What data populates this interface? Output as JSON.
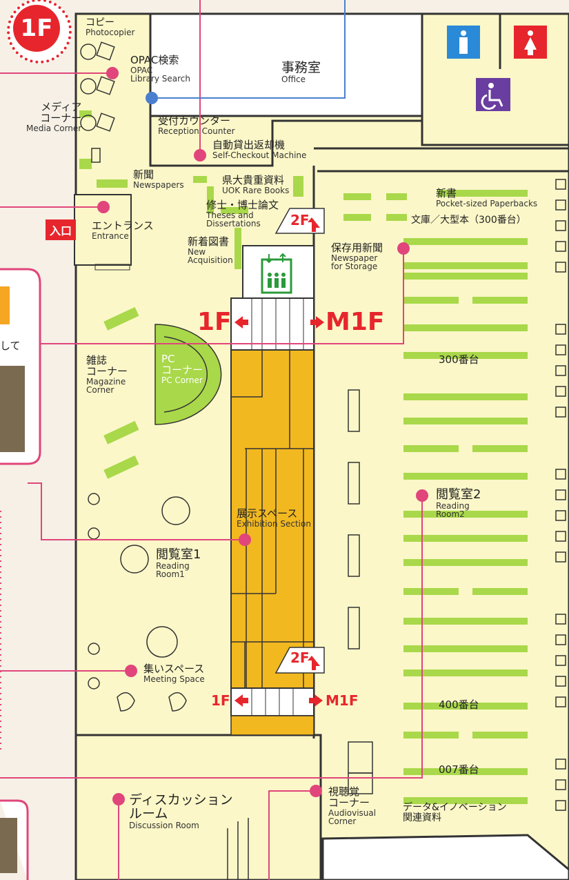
{
  "floor_badge": "1F",
  "rooms": {
    "copier": {
      "jp": "コピー",
      "en": "Photocopier"
    },
    "opac": {
      "jp": "OPAC検索",
      "en1": "OPAC",
      "en2": "Library Search"
    },
    "office": {
      "jp": "事務室",
      "en": "Office"
    },
    "media": {
      "jp1": "メディア",
      "jp2": "コーナー",
      "en": "Media Corner"
    },
    "reception": {
      "jp": "受付カウンター",
      "en": "Reception Counter"
    },
    "selfcheck": {
      "jp": "自動貸出返却機",
      "en": "Self-Checkout Machine"
    },
    "newspapers": {
      "jp": "新聞",
      "en": "Newspapers"
    },
    "rare": {
      "jp": "県大貴重資料",
      "en": "UOK Rare Books"
    },
    "theses": {
      "jp": "修士・博士論文",
      "en1": "Theses and",
      "en2": "Dissertations"
    },
    "entrance": {
      "tag": "入口",
      "jp": "エントランス",
      "en": "Entrance"
    },
    "new_acq": {
      "jp": "新着図書",
      "en1": "New",
      "en2": "Acquisition"
    },
    "pocket": {
      "jp": "新書",
      "en": "Pocket-sized Paperbacks"
    },
    "bunko": {
      "jp": "文庫／大型本（300番台）"
    },
    "storage_news": {
      "jp": "保存用新聞",
      "en1": "Newspaper",
      "en2": "for Storage"
    },
    "magazine": {
      "jp1": "雑誌",
      "jp2": "コーナー",
      "en1": "Magazine",
      "en2": "Corner"
    },
    "pc": {
      "jp1": "PC",
      "jp2": "コーナー",
      "en": "PC Corner"
    },
    "exhibition": {
      "jp": "展示スペース",
      "en": "Exhibition Section"
    },
    "reading1": {
      "jp": "閲覧室1",
      "en1": "Reading",
      "en2": "Room1"
    },
    "reading2": {
      "jp": "閲覧室2",
      "en1": "Reading",
      "en2": "Room2"
    },
    "meeting": {
      "jp": "集いスペース",
      "en": "Meeting Space"
    },
    "discussion": {
      "jp1": "ディスカッション",
      "jp2": "ルーム",
      "en": "Discussion Room"
    },
    "av": {
      "jp1": "視聴覚",
      "jp2": "コーナー",
      "en1": "Audiovisual",
      "en2": "Corner"
    },
    "data_innov": {
      "jp1": "データ&イノベーション",
      "jp2": "関連資料"
    }
  },
  "shelf_labels": {
    "s300": "300番台",
    "s400": "400番台",
    "s007": "007番台"
  },
  "stair_labels": {
    "upper_left": "1F",
    "upper_right": "M1F",
    "upper_2f": "2F",
    "lower_left": "1F",
    "lower_right": "M1F",
    "lower_2f": "2F"
  },
  "side_fragment": "して",
  "icons": [
    "mens-restroom-icon",
    "womens-restroom-icon",
    "accessible-restroom-icon",
    "elevator-icon"
  ],
  "colors": {
    "accent": "#e6262c",
    "floor": "#fbf7c8",
    "shelf": "#a9d84a",
    "exhibit": "#f2b820",
    "wall": "#333333",
    "pink": "#e0457b",
    "blue": "#4a7fd0"
  }
}
